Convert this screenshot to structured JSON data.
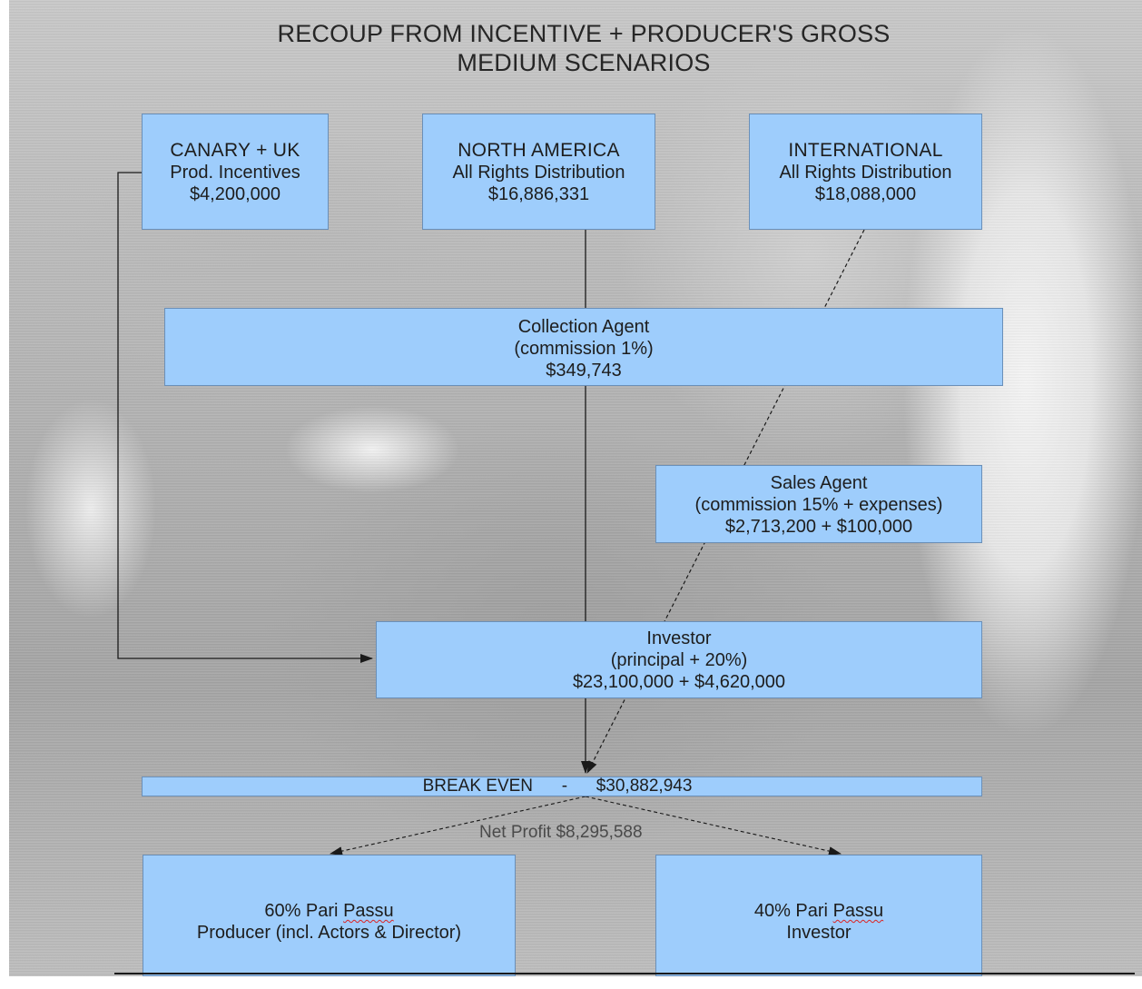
{
  "title": {
    "line1": "RECOUP FROM INCENTIVE + PRODUCER'S GROSS",
    "line2": "MEDIUM SCENARIOS"
  },
  "sources": {
    "canary": {
      "name": "CANARY + UK",
      "sub": "Prod. Incentives",
      "amount": "$4,200,000"
    },
    "north_america": {
      "name": "NORTH AMERICA",
      "sub": "All Rights Distribution",
      "amount": "$16,886,331"
    },
    "international": {
      "name": "INTERNATIONAL",
      "sub": "All Rights Distribution",
      "amount": "$18,088,000"
    }
  },
  "collection_agent": {
    "name": "Collection Agent",
    "detail": "(commission 1%)",
    "amount": "$349,743"
  },
  "sales_agent": {
    "name": "Sales Agent",
    "detail": "(commission 15% + expenses)",
    "amount": "$2,713,200 + $100,000"
  },
  "investor": {
    "name": "Investor",
    "detail": "(principal + 20%)",
    "amount": "$23,100,000 + $4,620,000"
  },
  "break_even": {
    "label": "BREAK EVEN",
    "separator": "-",
    "amount": "$30,882,943"
  },
  "net_profit": "Net Profit $8,295,588",
  "splits": {
    "producer": {
      "share": "60% Pari",
      "term": "Passu",
      "party": "Producer (incl. Actors & Director)"
    },
    "investor": {
      "share": "40% Pari",
      "term": "Passu",
      "party": "Investor"
    }
  },
  "colors": {
    "box_fill": "#9ecdfc",
    "box_border": "#6a8fb8",
    "connector": "#1a1a1a",
    "spellcheck_underline": "#dd2222"
  }
}
